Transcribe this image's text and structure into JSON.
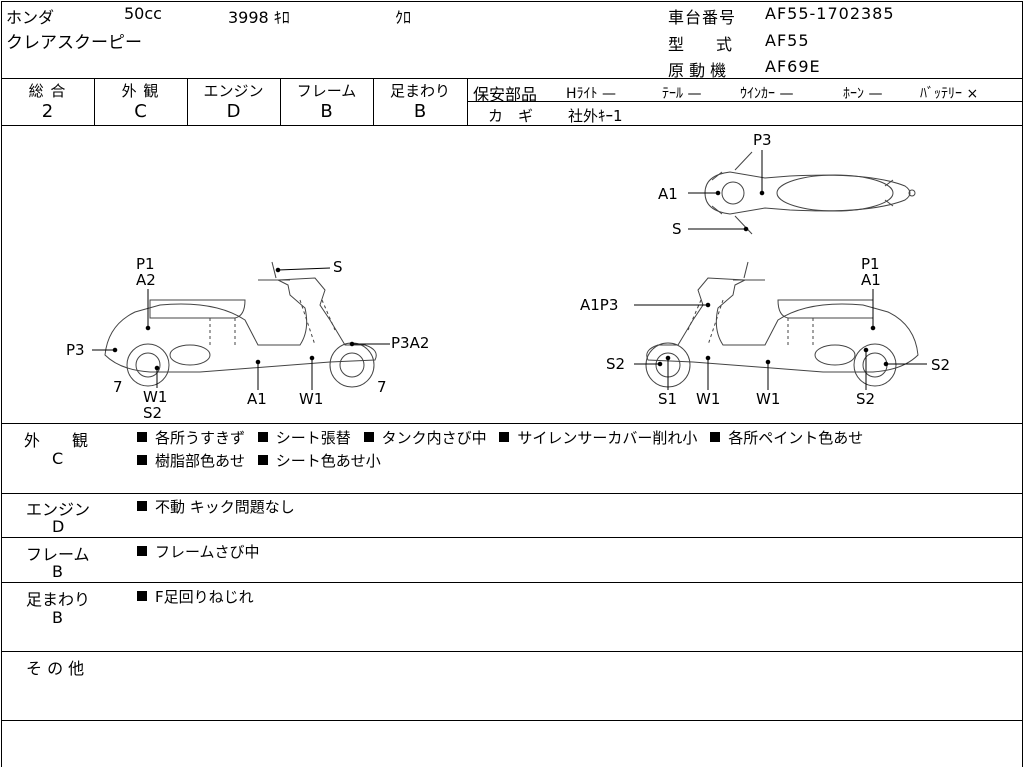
{
  "header": {
    "maker": "ホンダ",
    "displacement": "50cc",
    "mileage": "3998 ｷﾛ",
    "color": "ｸﾛ",
    "model_name": "クレアスクーピー",
    "frame_no_label": "車台番号",
    "frame_no": "AF55-1702385",
    "type_label": "型　　式",
    "type": "AF55",
    "engine_label": "原 動 機",
    "engine": "AF69E"
  },
  "grades": [
    {
      "label": "総 合",
      "value": "2"
    },
    {
      "label": "外 観",
      "value": "C"
    },
    {
      "label": "エンジン",
      "value": "D"
    },
    {
      "label": "フレーム",
      "value": "B"
    },
    {
      "label": "足まわり",
      "value": "B"
    }
  ],
  "safety": {
    "label": "保安部品",
    "items": [
      "Hﾗｲﾄ —",
      "ﾃｰﾙ —",
      "ｳｲﾝｶｰ —",
      "ﾎｰﾝ —",
      "ﾊﾞｯﾃﾘｰ ×"
    ],
    "key_label": "カ　ギ",
    "key_value": "社外ｷｰ1"
  },
  "diagram_labels": {
    "left": {
      "p1a2": "P1\nA2",
      "s": "S",
      "p3": "P3",
      "p3a2": "P3A2",
      "seven_left": "7",
      "seven_right": "7",
      "w1s2": "W1\nS2",
      "a1": "A1",
      "w1": "W1"
    },
    "right": {
      "a1p3": "A1P3",
      "p1a1": "P1\nA1",
      "s2_left": "S2",
      "s2_right": "S2",
      "s1": "S1",
      "w1a": "W1",
      "w1b": "W1",
      "s2_bottom": "S2"
    },
    "top": {
      "p3": "P3",
      "a1": "A1",
      "s": "S"
    }
  },
  "remarks": [
    {
      "label": "外　　観",
      "grade": "C",
      "lines": [
        [
          "各所うすきず",
          "シート張替",
          "タンク内さび中",
          "サイレンサーカバー削れ小",
          "各所ペイント色あせ"
        ],
        [
          "樹脂部色あせ",
          "シート色あせ小"
        ]
      ]
    },
    {
      "label": "エンジン",
      "grade": "D",
      "lines": [
        [
          "不動 キック問題なし"
        ]
      ]
    },
    {
      "label": "フレーム",
      "grade": "B",
      "lines": [
        [
          "フレームさび中"
        ]
      ]
    },
    {
      "label": "足まわり",
      "grade": "B",
      "lines": [
        [
          "F足回りねじれ"
        ]
      ]
    },
    {
      "label": "そ の 他",
      "grade": "",
      "lines": []
    }
  ]
}
